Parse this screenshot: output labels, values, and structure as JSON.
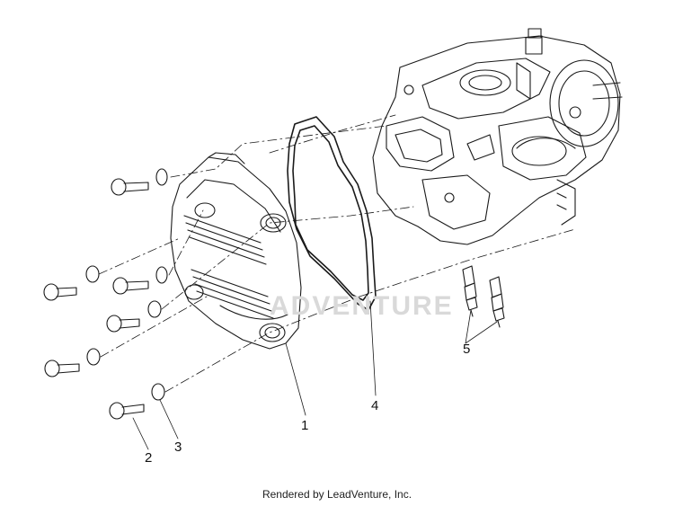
{
  "callouts": [
    "1",
    "2",
    "3",
    "4",
    "5"
  ],
  "watermark": "ADVENTURE",
  "credit": "Rendered by LeadVenture, Inc."
}
